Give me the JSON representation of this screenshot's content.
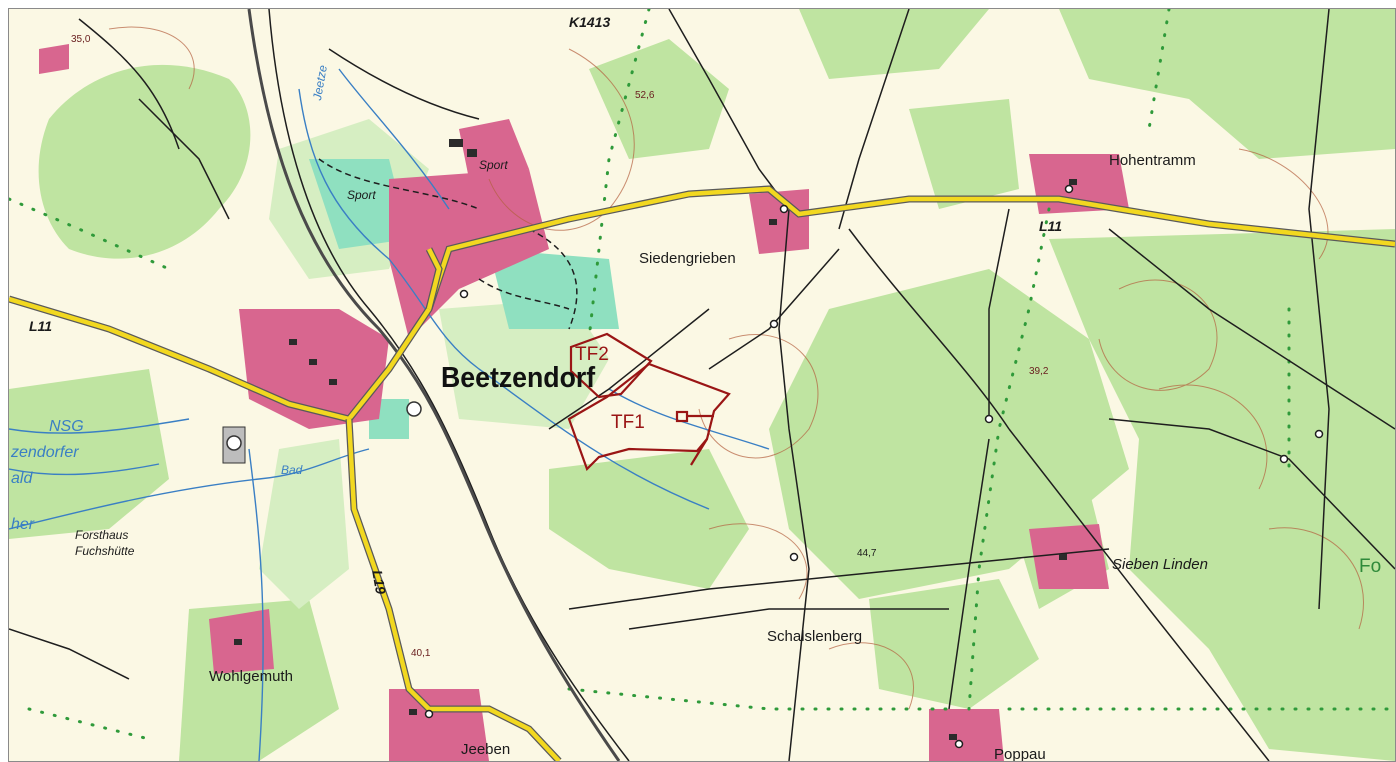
{
  "map": {
    "places": {
      "beetzendorf": "Beetzendorf",
      "hohentramm": "Hohentramm",
      "siedengrieben": "Siedengrieben",
      "sieben_linden": "Sieben Linden",
      "schadenberg": "Schalslenberg",
      "wohlgemuth": "Wohlgemuth",
      "jeeben": "Jeeben",
      "poppau": "Poppau",
      "forsthaus": "Forsthaus",
      "fuchshuette": "Fuchshütte"
    },
    "areas": {
      "tf1": "TF1",
      "tf2": "TF2"
    },
    "roads": {
      "l11_west": "L11",
      "l11_east": "L11",
      "l19": "L19",
      "k1413": "K1413"
    },
    "features": {
      "sport_north": "Sport",
      "sport_west": "Sport",
      "jeetze": "Jeetze",
      "bad": "Bad",
      "nsg": "NSG",
      "forest_edge": "Fo",
      "reserve_name_fragment_1": "zendorfer",
      "reserve_name_fragment_2": "ald",
      "reserve_name_fragment_3": "her"
    },
    "elevations": {
      "e35": "35,0",
      "e52": "52,6",
      "e39": "39,2",
      "e44": "44,7",
      "e40": "40,1"
    },
    "colors": {
      "background": "#fbf8e4",
      "forest": "#bfe4a1",
      "settlement": "#d8668f",
      "main_road": "#f2d820",
      "water": "#3a7fc4",
      "contour": "#b4603e",
      "study_area": "#9a1515"
    }
  }
}
